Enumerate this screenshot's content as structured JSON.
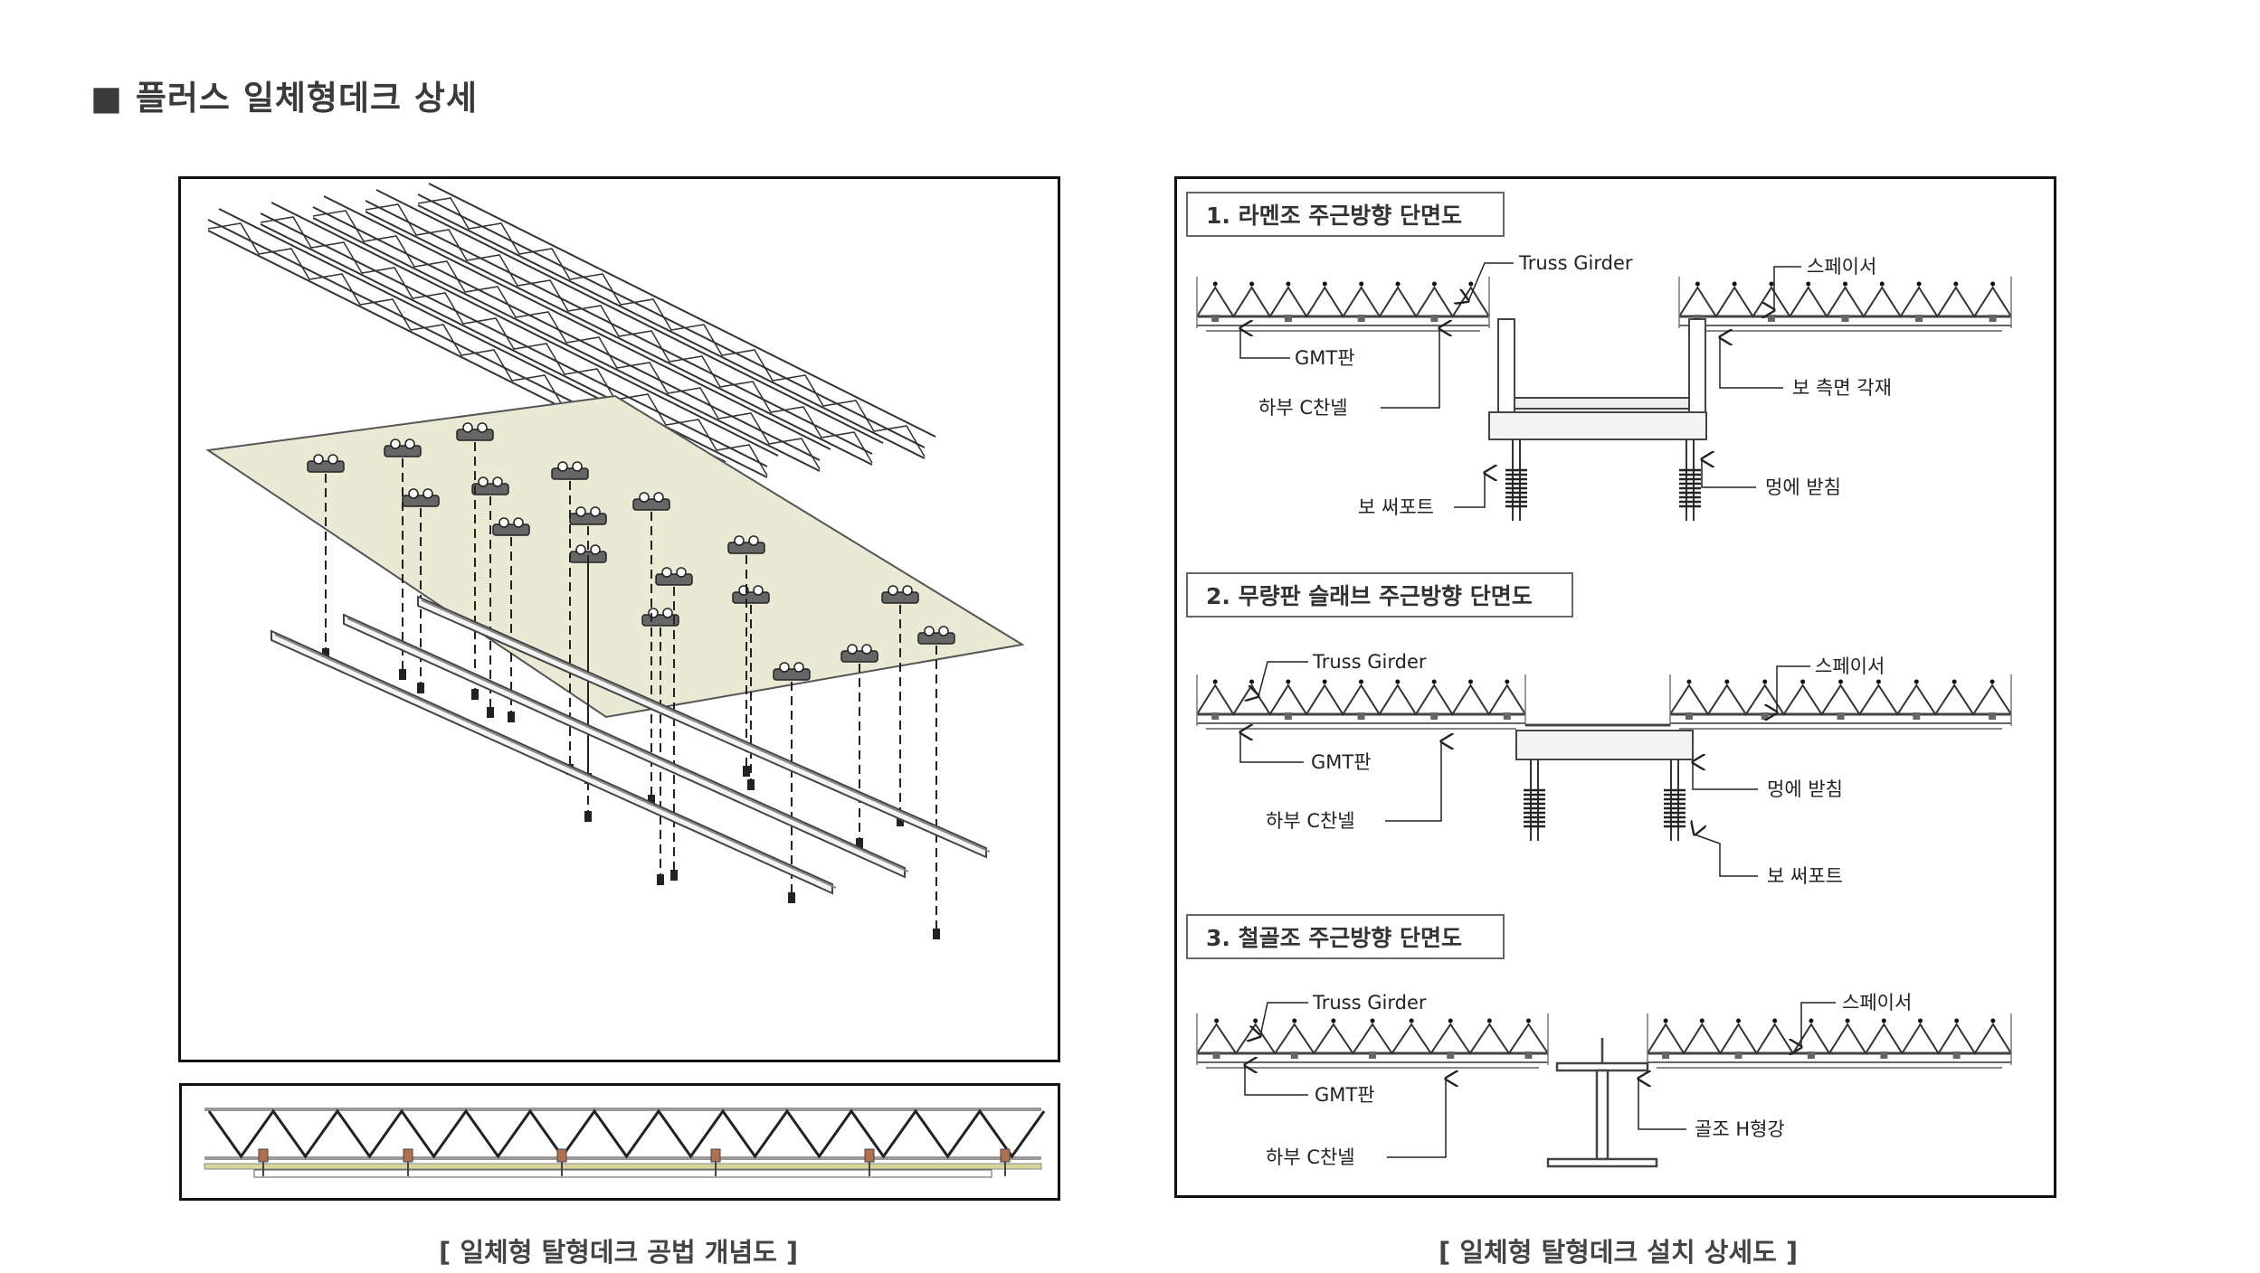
{
  "page": {
    "title": "■ 플러스 일체형데크 상세"
  },
  "captions": {
    "left": "[ 일체형 탈형데크 공법 개념도 ]",
    "right": "[ 일체형 탈형데크 설치 상세도 ]"
  },
  "sections": [
    {
      "title": "1. 라멘조 주근방향 단면도",
      "labels": {
        "truss": "Truss Girder",
        "spacer": "스페이서",
        "gmt": "GMT판",
        "channel": "하부 C찬넬",
        "side_member": "보 측면 각재",
        "block": "멍에 받침",
        "support": "보 써포트"
      }
    },
    {
      "title": "2. 무량판 슬래브 주근방향 단면도",
      "labels": {
        "truss": "Truss Girder",
        "spacer": "스페이서",
        "gmt": "GMT판",
        "channel": "하부 C찬넬",
        "block": "멍에 받침",
        "support": "보 써포트"
      }
    },
    {
      "title": "3. 철골조 주근방향 단면도",
      "labels": {
        "truss": "Truss Girder",
        "spacer": "스페이서",
        "gmt": "GMT판",
        "channel": "하부 C찬넬",
        "hbeam": "골조 H형강"
      }
    }
  ],
  "colors": {
    "deck": "#e9e9d4",
    "line": "#222222",
    "accent": "#c0a060"
  }
}
